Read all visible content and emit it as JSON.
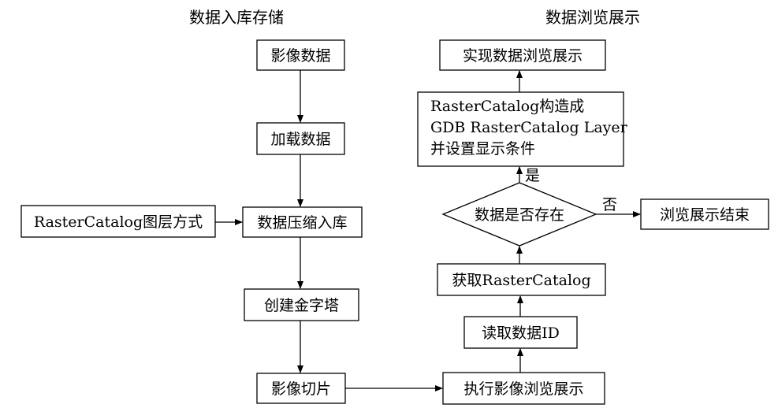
{
  "headers": {
    "left": "数据入库存储",
    "right": "数据浏览展示"
  },
  "nodes": {
    "image_data": "影像数据",
    "load_data": "加载数据",
    "layer_mode": "RasterCatalog图层方式",
    "compress_store": "数据压缩入库",
    "pyramid": "创建金字塔",
    "tile": "影像切片",
    "execute_browse": "执行影像浏览展示",
    "read_id": "读取数据ID",
    "get_catalog": "获取RasterCatalog",
    "exists": "数据是否存在",
    "construct": [
      "RasterCatalog构造成",
      "GDB RasterCatalog Layer",
      "并设置显示条件"
    ],
    "realize_browse": "实现数据浏览展示",
    "end_browse": "浏览展示结束"
  },
  "edge_labels": {
    "yes": "是",
    "no": "否"
  }
}
